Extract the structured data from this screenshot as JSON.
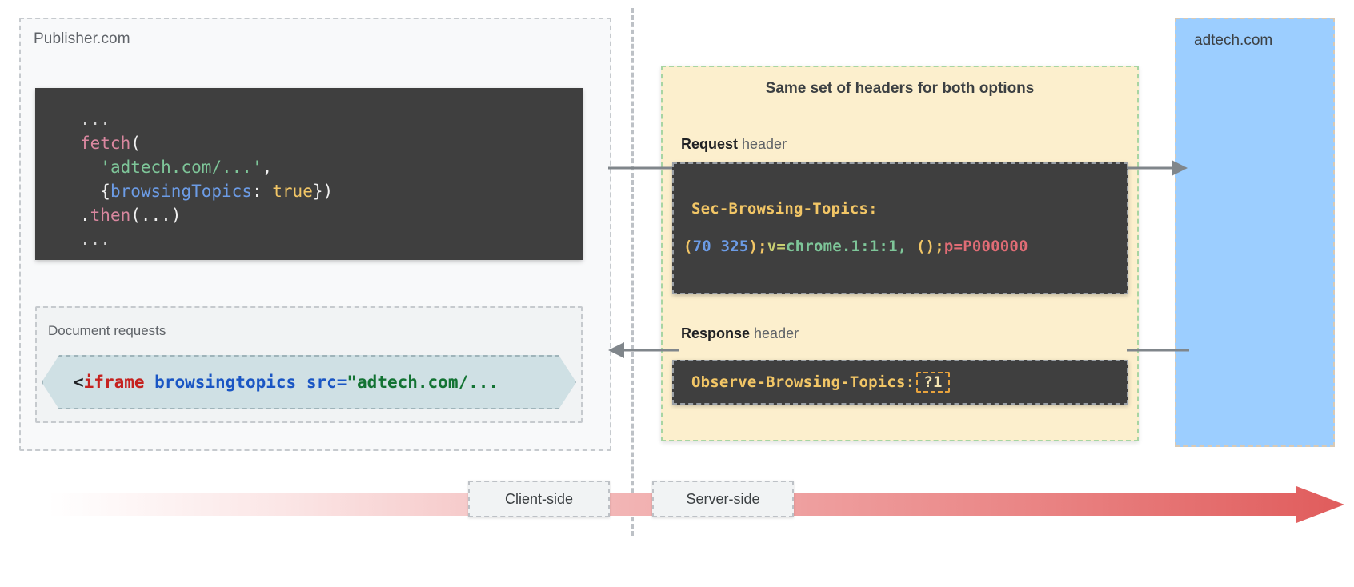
{
  "publisher": {
    "label": "Publisher.com",
    "fetch_code": {
      "line1": "...",
      "line2_fn": "fetch",
      "line2_paren": "(",
      "line3_str": "'adtech.com/...'",
      "line3_comma": ",",
      "line4_brace_open": "{",
      "line4_key": "browsingTopics",
      "line4_colon": ": ",
      "line4_value": "true",
      "line4_close": "})",
      "line5_dot": ".",
      "line5_fn": "then",
      "line5_args": "(...)",
      "line6": "..."
    },
    "document_requests": {
      "label": "Document requests",
      "code": {
        "lt": "<",
        "tag": "iframe",
        "attr": " browsingtopics",
        "src_attr": " src=",
        "src_value": "\"adtech.com/..."
      }
    }
  },
  "headers_panel": {
    "title": "Same set of headers for both options",
    "request": {
      "label_bold": "Request",
      "label_rest": " header",
      "header_name": "Sec-Browsing-Topics:",
      "value": {
        "paren_open": "(",
        "topics": "70 325",
        "paren_close": ")",
        "semi1": ";",
        "v_key": "v=",
        "v_value": "chrome.1:1:1,",
        "empty_parens": " ()",
        "semi2": ";",
        "p_part": "p=P000000"
      }
    },
    "response": {
      "label_bold": "Response",
      "label_rest": " header",
      "header_name": "Observe-Browsing-Topics:",
      "header_value": "?1"
    }
  },
  "adtech": {
    "label": "adtech.com"
  },
  "flow": {
    "client_side": "Client-side",
    "server_side": "Server-side"
  },
  "colors": {
    "panel_yellow": "#fcefcd",
    "panel_yellow_border": "#a8d5a2",
    "adtech_blue": "#9cceff",
    "code_dark": "#3f3f3f",
    "flow_arrow_end": "#e05c5c",
    "highlight_orange": "#e8a33d"
  }
}
